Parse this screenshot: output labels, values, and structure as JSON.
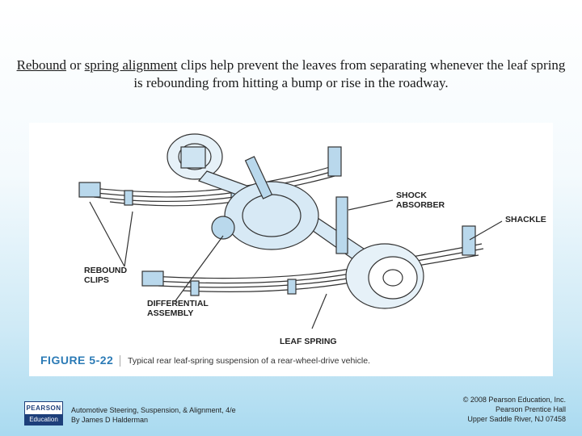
{
  "caption": {
    "term1": "Rebound",
    "joiner": " or ",
    "term2": "spring alignment",
    "rest": " clips help prevent the leaves from separating whenever the leaf spring is rebounding from hitting a bump or rise in the roadway."
  },
  "figure": {
    "number": "FIGURE 5-22",
    "description": "Typical rear leaf-spring suspension of a rear-wheel-drive vehicle.",
    "callouts": {
      "shock_absorber": "SHOCK\nABSORBER",
      "shackle": "SHACKLE",
      "rebound_clips": "REBOUND\nCLIPS",
      "differential_assembly": "DIFFERENTIAL\nASSEMBLY",
      "leaf_spring": "LEAF SPRING"
    },
    "accent_color": "#2c7bb6"
  },
  "logo": {
    "top": "PEARSON",
    "bottom": "Education"
  },
  "footer": {
    "book_title": "Automotive Steering, Suspension, & Alignment, 4/e",
    "author": "By James D Halderman",
    "copyright": "© 2008 Pearson Education, Inc.",
    "publisher": "Pearson Prentice Hall",
    "location": "Upper Saddle River, NJ 07458"
  }
}
